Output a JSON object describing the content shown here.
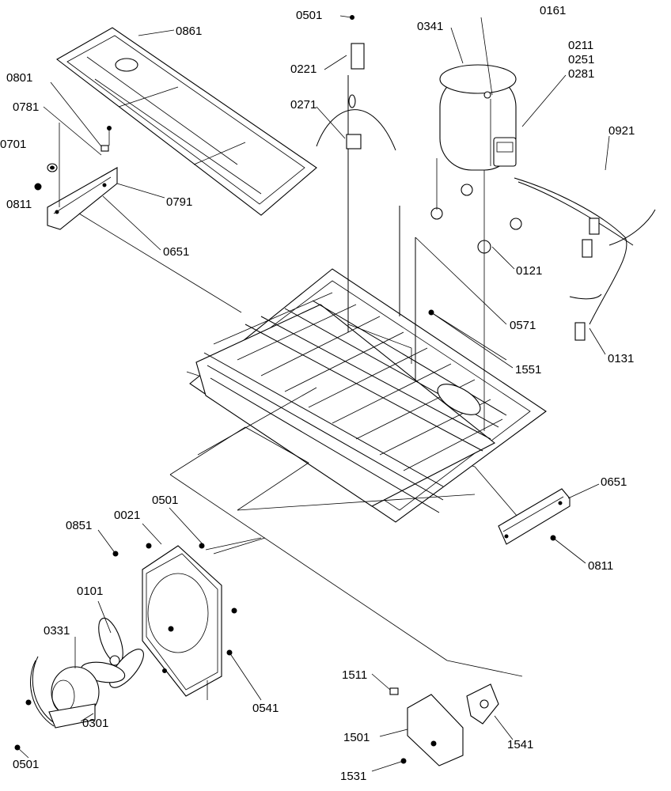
{
  "diagram": {
    "labels": {
      "l0501_top": "0501",
      "l0161": "0161",
      "l0341": "0341",
      "l0211": "0211",
      "l0251": "0251",
      "l0281": "0281",
      "l0861": "0861",
      "l0801": "0801",
      "l0221": "0221",
      "l0781": "0781",
      "l0271": "0271",
      "l0701": "0701",
      "l0921": "0921",
      "l0811_left": "0811",
      "l0791": "0791",
      "l0651_left": "0651",
      "l0121": "0121",
      "l0571": "0571",
      "l1551": "1551",
      "l0131": "0131",
      "l0651_right": "0651",
      "l0501_mid": "0501",
      "l0021": "0021",
      "l0851": "0851",
      "l0811_right": "0811",
      "l0101": "0101",
      "l0331": "0331",
      "l0541": "0541",
      "l1511": "1511",
      "l0301": "0301",
      "l1501": "1501",
      "l1541": "1541",
      "l0501_bot": "0501",
      "l1531": "1531"
    }
  }
}
